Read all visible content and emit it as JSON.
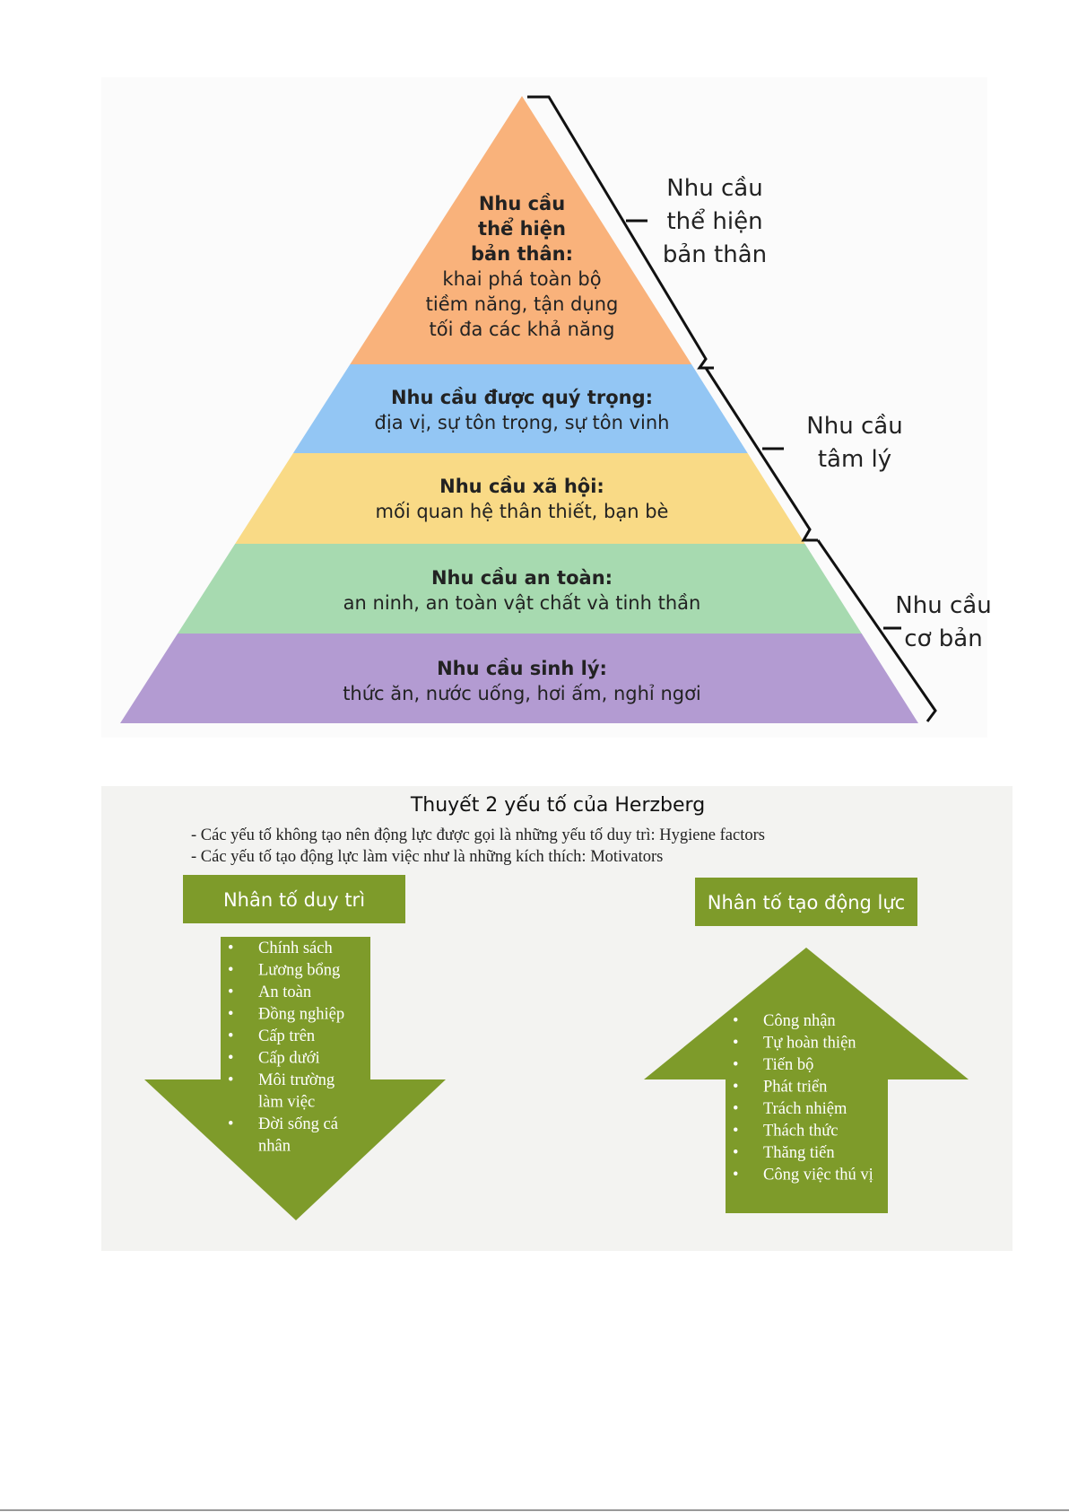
{
  "maslow": {
    "levels": [
      {
        "title_lines": [
          "Nhu cầu",
          "thể hiện",
          "bản thân:"
        ],
        "desc_lines": [
          "khai phá toàn bộ",
          "tiềm năng, tận dụng",
          "tối đa các khả năng"
        ],
        "color": "#F9B27B"
      },
      {
        "title": "Nhu cầu được quý trọng:",
        "desc": "địa vị, sự tôn trọng, sự tôn vinh",
        "color": "#93C6F4"
      },
      {
        "title": "Nhu cầu xã hội:",
        "desc": "mối quan hệ thân thiết, bạn bè",
        "color": "#F9DA86"
      },
      {
        "title": "Nhu cầu an toàn:",
        "desc": "an ninh, an toàn vật chất và tinh thần",
        "color": "#A7DAB0"
      },
      {
        "title": "Nhu cầu sinh lý:",
        "desc": "thức ăn, nước uống, hơi ấm, nghỉ ngơi",
        "color": "#B39BD2"
      }
    ],
    "groups": [
      {
        "lines": [
          "Nhu cầu",
          "thể hiện",
          "bản thân"
        ]
      },
      {
        "lines": [
          "Nhu cầu",
          "tâm lý"
        ]
      },
      {
        "lines": [
          "Nhu cầu",
          "cơ bản"
        ]
      }
    ]
  },
  "herzberg": {
    "title": "Thuyết 2 yếu tố của Herzberg",
    "notes": [
      "- Các yếu tố không tạo nên động lực được gọi là những yếu tố duy trì: Hygiene factors",
      "- Các yếu tố tạo động lực làm việc như là những kích thích: Motivators"
    ],
    "accent": "#7E9B2A",
    "hygiene": {
      "label": "Nhân tố duy trì",
      "items": [
        [
          "Chính sách"
        ],
        [
          "Lương bổng"
        ],
        [
          "An toàn"
        ],
        [
          "Đồng nghiệp"
        ],
        [
          "Cấp trên"
        ],
        [
          "Cấp dưới"
        ],
        [
          "Môi trường",
          "làm việc"
        ],
        [
          "Đời sống cá",
          "nhân"
        ]
      ]
    },
    "motivators": {
      "label": "Nhân tố tạo động lực",
      "items": [
        "Công nhận",
        "Tự hoàn thiện",
        "Tiến bộ",
        "Phát triển",
        "Trách nhiệm",
        "Thách thức",
        "Thăng tiến",
        "Công việc thú vị"
      ]
    }
  }
}
